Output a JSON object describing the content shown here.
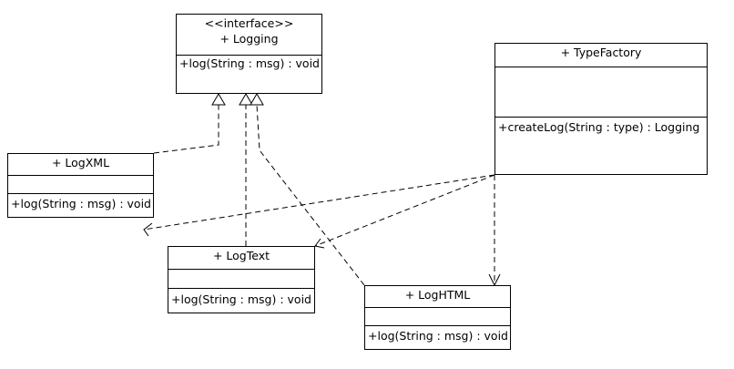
{
  "classes": {
    "logging": {
      "stereotype": "<<interface>>",
      "name": "+ Logging",
      "operations": [
        "+log(String : msg) : void"
      ]
    },
    "type_factory": {
      "name": "+ TypeFactory",
      "operations": [
        "+createLog(String : type) : Logging"
      ]
    },
    "log_xml": {
      "name": "+ LogXML",
      "operations": [
        "+log(String : msg) : void"
      ]
    },
    "log_text": {
      "name": "+ LogText",
      "operations": [
        "+log(String : msg) : void"
      ]
    },
    "log_html": {
      "name": "+ LogHTML",
      "operations": [
        "+log(String : msg) : void"
      ]
    }
  },
  "relations": [
    {
      "type": "realization",
      "from": "LogXML",
      "to": "Logging"
    },
    {
      "type": "realization",
      "from": "LogText",
      "to": "Logging"
    },
    {
      "type": "realization",
      "from": "LogHTML",
      "to": "Logging"
    },
    {
      "type": "dependency",
      "from": "TypeFactory",
      "to": "LogXML"
    },
    {
      "type": "dependency",
      "from": "TypeFactory",
      "to": "LogText"
    },
    {
      "type": "dependency",
      "from": "TypeFactory",
      "to": "LogHTML"
    }
  ]
}
